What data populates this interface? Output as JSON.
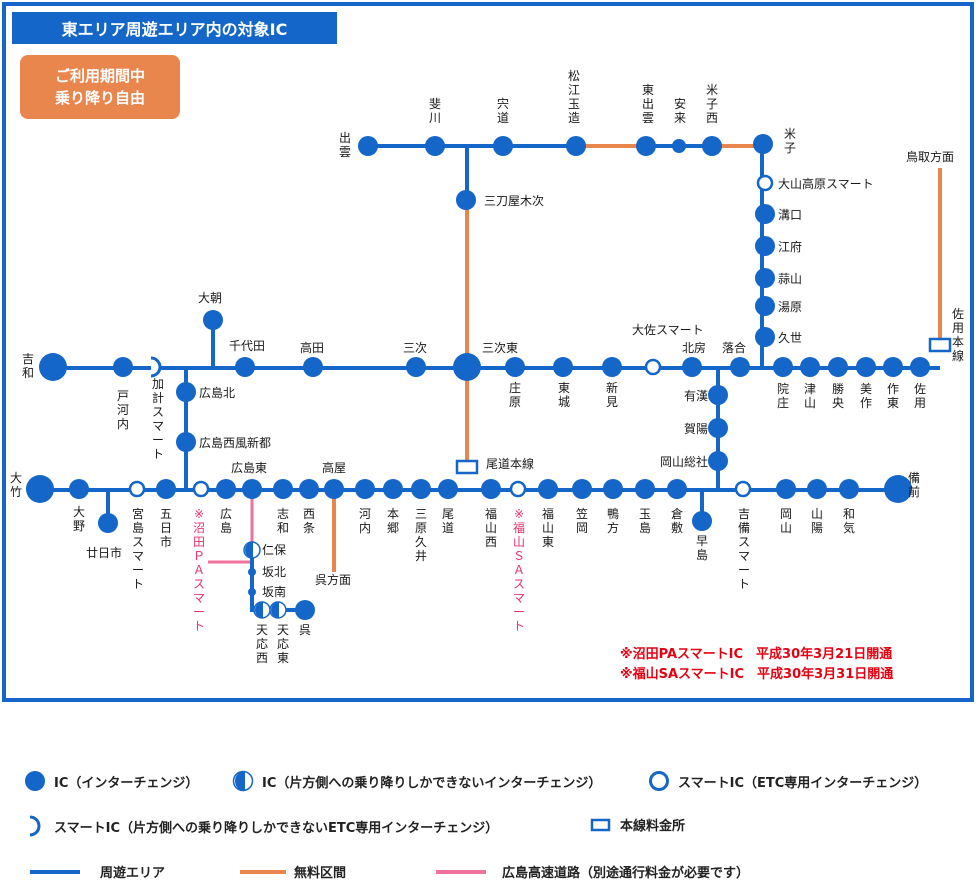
{
  "title": "東エリア周遊エリア内の対象IC",
  "badge": {
    "line1": "ご利用期間中",
    "line2": "乗り降り自由"
  },
  "colors": {
    "route": "#1466c8",
    "free": "#e8864e",
    "hiroshima": "#f0709e",
    "note": "#e60012"
  },
  "stations": [
    {
      "id": "izumo",
      "name": "出雲",
      "kind": "ic"
    },
    {
      "id": "hikawa",
      "name": "斐川",
      "kind": "ic"
    },
    {
      "id": "shinji",
      "name": "宍道",
      "kind": "ic"
    },
    {
      "id": "matsue-tamatsukuri",
      "name": "松江玉造",
      "kind": "ic"
    },
    {
      "id": "higashi-izumo",
      "name": "東出雲",
      "kind": "ic"
    },
    {
      "id": "yasugi",
      "name": "安来",
      "kind": "ic-small"
    },
    {
      "id": "yonago-nishi",
      "name": "米子西",
      "kind": "ic"
    },
    {
      "id": "yonago",
      "name": "米子",
      "kind": "ic"
    },
    {
      "id": "daisen-kogen",
      "name": "大山高原スマート",
      "kind": "smart"
    },
    {
      "id": "mizoguchi",
      "name": "溝口",
      "kind": "ic"
    },
    {
      "id": "kofu",
      "name": "江府",
      "kind": "ic"
    },
    {
      "id": "hiruzen",
      "name": "蒜山",
      "kind": "ic"
    },
    {
      "id": "yubara",
      "name": "湯原",
      "kind": "ic"
    },
    {
      "id": "kuse",
      "name": "久世",
      "kind": "ic"
    },
    {
      "id": "mitoya-kisuki",
      "name": "三刀屋木次",
      "kind": "ic"
    },
    {
      "id": "yoshiwa",
      "name": "吉和",
      "kind": "ic-big"
    },
    {
      "id": "togouchi",
      "name": "戸河内",
      "kind": "ic"
    },
    {
      "id": "kake-smart",
      "name": "加計スマート",
      "kind": "smart-half"
    },
    {
      "id": "ooasa",
      "name": "大朝",
      "kind": "ic"
    },
    {
      "id": "chiyoda",
      "name": "千代田",
      "kind": "ic"
    },
    {
      "id": "takata",
      "name": "高田",
      "kind": "ic"
    },
    {
      "id": "miyoshi",
      "name": "三次",
      "kind": "ic"
    },
    {
      "id": "miyoshi-higashi",
      "name": "三次東",
      "kind": "ic-big"
    },
    {
      "id": "shobara",
      "name": "庄原",
      "kind": "ic"
    },
    {
      "id": "saijo",
      "name": "東城",
      "kind": "ic"
    },
    {
      "id": "niimi",
      "name": "新見",
      "kind": "ic"
    },
    {
      "id": "daisa-smart",
      "name": "大佐スマート",
      "kind": "smart"
    },
    {
      "id": "hokubo",
      "name": "北房",
      "kind": "ic"
    },
    {
      "id": "ochiai",
      "name": "落合",
      "kind": "ic"
    },
    {
      "id": "innosho",
      "name": "院庄",
      "kind": "ic"
    },
    {
      "id": "tsuyama",
      "name": "津山",
      "kind": "ic"
    },
    {
      "id": "shoboku",
      "name": "勝央",
      "kind": "ic"
    },
    {
      "id": "mimasaka",
      "name": "美作",
      "kind": "ic"
    },
    {
      "id": "sakuto",
      "name": "作東",
      "kind": "ic"
    },
    {
      "id": "sayo",
      "name": "佐用",
      "kind": "ic"
    },
    {
      "id": "sayo-honsen",
      "name": "佐用本線",
      "kind": "toll"
    },
    {
      "id": "tottori",
      "name": "鳥取方面",
      "kind": "direction"
    },
    {
      "id": "hiroshima-kita",
      "name": "広島北",
      "kind": "ic"
    },
    {
      "id": "hiroshima-nishi-fushin",
      "name": "広島西風新都",
      "kind": "ic"
    },
    {
      "id": "arisu",
      "name": "有漢",
      "kind": "ic"
    },
    {
      "id": "kayo",
      "name": "賀陽",
      "kind": "ic"
    },
    {
      "id": "okayama-soja",
      "name": "岡山総社",
      "kind": "ic"
    },
    {
      "id": "otake",
      "name": "大竹",
      "kind": "ic-big"
    },
    {
      "id": "ono",
      "name": "大野",
      "kind": "ic"
    },
    {
      "id": "hatsukaichi",
      "name": "廿日市",
      "kind": "ic"
    },
    {
      "id": "miyajima-smart",
      "name": "宮島スマート",
      "kind": "smart"
    },
    {
      "id": "itsukaichi",
      "name": "五日市",
      "kind": "ic"
    },
    {
      "id": "numata-pa",
      "name": "※沼田ＰＡスマート",
      "kind": "smart"
    },
    {
      "id": "hiroshima",
      "name": "広島",
      "kind": "ic"
    },
    {
      "id": "hiroshima-higashi",
      "name": "広島東",
      "kind": "ic"
    },
    {
      "id": "shiwa",
      "name": "志和",
      "kind": "ic"
    },
    {
      "id": "saijo2",
      "name": "西条",
      "kind": "ic"
    },
    {
      "id": "koya",
      "name": "高屋",
      "kind": "ic"
    },
    {
      "id": "kochi",
      "name": "河内",
      "kind": "ic"
    },
    {
      "id": "hongo",
      "name": "本郷",
      "kind": "ic"
    },
    {
      "id": "mihara-kui",
      "name": "三原久井",
      "kind": "ic"
    },
    {
      "id": "onomichi",
      "name": "尾道",
      "kind": "ic"
    },
    {
      "id": "onomichi-honsen",
      "name": "尾道本線",
      "kind": "toll"
    },
    {
      "id": "fukuyama-nishi",
      "name": "福山西",
      "kind": "ic"
    },
    {
      "id": "fukuyama-sa",
      "name": "※福山ＳＡスマート",
      "kind": "smart"
    },
    {
      "id": "fukuyama-higashi",
      "name": "福山東",
      "kind": "ic"
    },
    {
      "id": "kasaoka",
      "name": "笠岡",
      "kind": "ic"
    },
    {
      "id": "kamogata",
      "name": "鴨方",
      "kind": "ic"
    },
    {
      "id": "tamashima",
      "name": "玉島",
      "kind": "ic"
    },
    {
      "id": "kurashiki",
      "name": "倉敷",
      "kind": "ic"
    },
    {
      "id": "hayashima",
      "name": "早島",
      "kind": "ic"
    },
    {
      "id": "kibi-smart",
      "name": "吉備スマート",
      "kind": "smart"
    },
    {
      "id": "okayama",
      "name": "岡山",
      "kind": "ic"
    },
    {
      "id": "sanyo",
      "name": "山陽",
      "kind": "ic"
    },
    {
      "id": "wake",
      "name": "和気",
      "kind": "ic"
    },
    {
      "id": "bizen",
      "name": "備前",
      "kind": "ic-big"
    },
    {
      "id": "nigata",
      "name": "仁保",
      "kind": "ic-half"
    },
    {
      "id": "sakakita",
      "name": "坂北",
      "kind": "junction"
    },
    {
      "id": "sakaminami",
      "name": "坂南",
      "kind": "junction"
    },
    {
      "id": "tenno-nishi",
      "name": "天応西",
      "kind": "ic-half"
    },
    {
      "id": "tenno-higashi",
      "name": "天応東",
      "kind": "ic-half"
    },
    {
      "id": "kure",
      "name": "呉",
      "kind": "ic"
    },
    {
      "id": "kure-direction",
      "name": "呉方面",
      "kind": "direction"
    }
  ],
  "notes": [
    "※沼田PAスマートIC　平成30年3月21日開通",
    "※福山SAスマートIC　平成30年3月31日開通"
  ],
  "legend": {
    "ic": "IC（インターチェンジ）",
    "ic_half": "IC（片方側への乗り降りしかできないインターチェンジ）",
    "smart": "スマートIC（ETC専用インターチェンジ）",
    "smart_half": "スマートIC（片方側への乗り降りしかできないETC専用インターチェンジ）",
    "toll": "本線料金所",
    "route": "周遊エリア",
    "free": "無料区間",
    "hiroshima_expressway": "広島高速道路（別途通行料金が必要です）"
  }
}
